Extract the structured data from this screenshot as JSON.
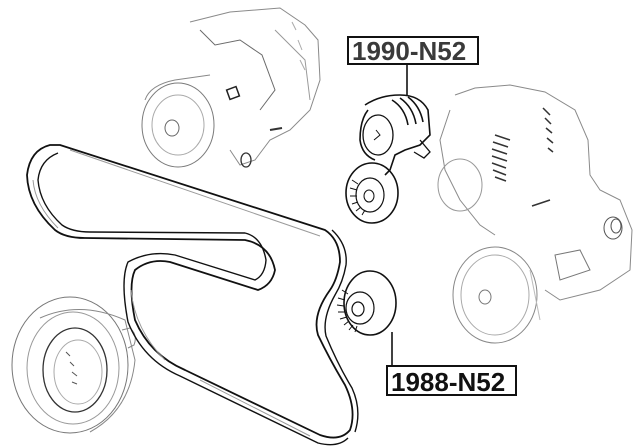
{
  "diagram": {
    "type": "auto-parts-exploded-view",
    "components": [
      {
        "name": "alternator-upper",
        "description": "Alternator (top left)"
      },
      {
        "name": "belt-tensioner",
        "description": "Belt tensioner assembly with pulley",
        "part_number_ref": 0
      },
      {
        "name": "alternator-right",
        "description": "Alternator / compressor assembly (right)"
      },
      {
        "name": "idler-pulley",
        "description": "Idler pulley",
        "part_number_ref": 1
      },
      {
        "name": "crankshaft-pulley",
        "description": "Crankshaft pulley (bottom left)"
      },
      {
        "name": "serpentine-belt",
        "description": "Poly-V drive belt"
      }
    ],
    "labels": [
      {
        "text": "1990-N52",
        "target": "belt-tensioner",
        "text_color": "#3a3a3a"
      },
      {
        "text": "1988-N52",
        "target": "idler-pulley",
        "text_color": "#111111"
      }
    ],
    "colors": {
      "background": "#ffffff",
      "line": "#111111",
      "shading": "#9a9a9a"
    }
  }
}
